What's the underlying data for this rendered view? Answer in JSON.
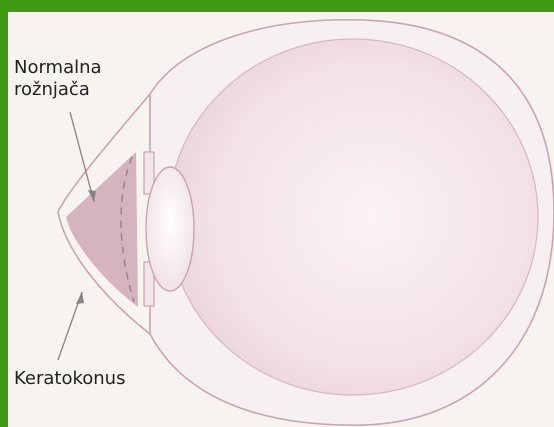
{
  "labels": {
    "normal_cornea_line1": "Normalna",
    "normal_cornea_line2": "rožnjača",
    "keratoconus": "Keratokonus"
  },
  "colors": {
    "frame_green": "#3f9b12",
    "background": "#f7f3ef",
    "eyeball_fill": "#f1dde4",
    "outline": "#c9a3b1",
    "cone_fill": "#cfa8b6",
    "arrow": "#8a7f86"
  }
}
